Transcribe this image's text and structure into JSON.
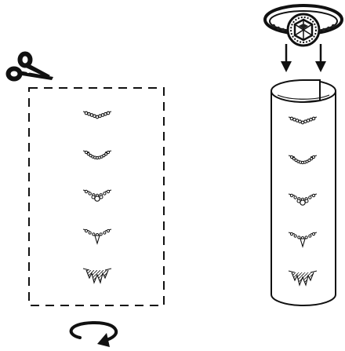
{
  "diagram": {
    "colors": {
      "stroke": "#111111",
      "background": "#ffffff",
      "gem": "#222222"
    },
    "icons": {
      "cut": "scissors-icon",
      "wrap": "rotate-arrow-icon",
      "ring": "ring-icon",
      "direction": "down-arrow-icon"
    },
    "sheet": {
      "border_style": "dashed",
      "band_styles": [
        "chevron-band",
        "arc-band",
        "pendant-band",
        "drop-band",
        "spike-band"
      ]
    },
    "tube": {
      "band_styles": [
        "chevron-band",
        "arc-band",
        "pendant-band",
        "drop-band",
        "spike-band"
      ]
    }
  }
}
